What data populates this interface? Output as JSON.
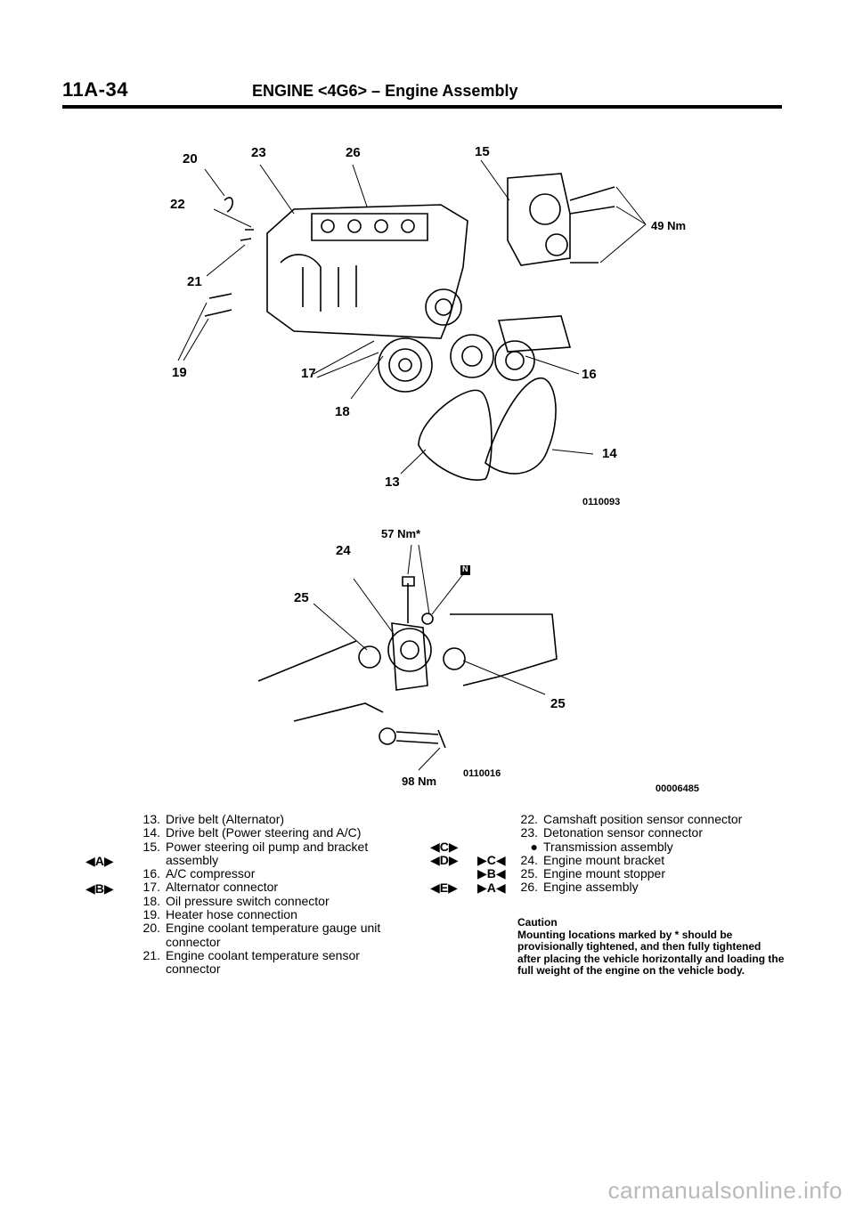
{
  "header": {
    "page_number": "11A-34",
    "title": "ENGINE <4G6> – Engine Assembly"
  },
  "figure1": {
    "callouts": {
      "c20": "20",
      "c23": "23",
      "c26": "26",
      "c15": "15",
      "c22": "22",
      "c21": "21",
      "c19": "19",
      "c17": "17",
      "c18": "18",
      "c16": "16",
      "c14": "14",
      "c13": "13"
    },
    "torque": "49 Nm",
    "code": "0110093"
  },
  "figure2": {
    "torque_top": "57 Nm*",
    "callouts": {
      "c24": "24",
      "c25a": "25",
      "c25b": "25",
      "n_badge": "N"
    },
    "torque_bottom": "98 Nm",
    "code": "0110016"
  },
  "figure_id": "00006485",
  "parts_left": [
    {
      "num": "13.",
      "text": "Drive belt (Alternator)",
      "icon": ""
    },
    {
      "num": "14.",
      "text": "Drive belt (Power steering and A/C)",
      "icon": ""
    },
    {
      "num": "15.",
      "text": "Power steering oil pump and bracket assembly",
      "icon": "◀A▶"
    },
    {
      "num": "16.",
      "text": "A/C compressor",
      "icon": "◀B▶"
    },
    {
      "num": "17.",
      "text": "Alternator connector",
      "icon": ""
    },
    {
      "num": "18.",
      "text": "Oil pressure switch connector",
      "icon": ""
    },
    {
      "num": "19.",
      "text": "Heater hose connection",
      "icon": ""
    },
    {
      "num": "20.",
      "text": "Engine coolant temperature gauge unit connector",
      "icon": ""
    },
    {
      "num": "21.",
      "text": "Engine coolant temperature sensor connector",
      "icon": ""
    }
  ],
  "parts_right": [
    {
      "num": "22.",
      "text": "Camshaft position sensor connector",
      "icon_a": "",
      "icon_b": ""
    },
    {
      "num": "23.",
      "text": "Detonation sensor connector",
      "icon_a": "",
      "icon_b": ""
    },
    {
      "num": "●",
      "text": "Transmission assembly",
      "icon_a": "◀C▶",
      "icon_b": ""
    },
    {
      "num": "24.",
      "text": "Engine mount bracket",
      "icon_a": "◀D▶",
      "icon_b": "▶C◀"
    },
    {
      "num": "25.",
      "text": "Engine mount stopper",
      "icon_a": "",
      "icon_b": "▶B◀"
    },
    {
      "num": "26.",
      "text": "Engine assembly",
      "icon_a": "◀E▶",
      "icon_b": "▶A◀"
    }
  ],
  "caution": {
    "heading": "Caution",
    "text": "Mounting locations marked by * should be provisionally tightened, and then fully tightened after placing the vehicle horizontally and loading the full weight of the engine on the vehicle body."
  },
  "watermark": "carmanualsonline.info"
}
